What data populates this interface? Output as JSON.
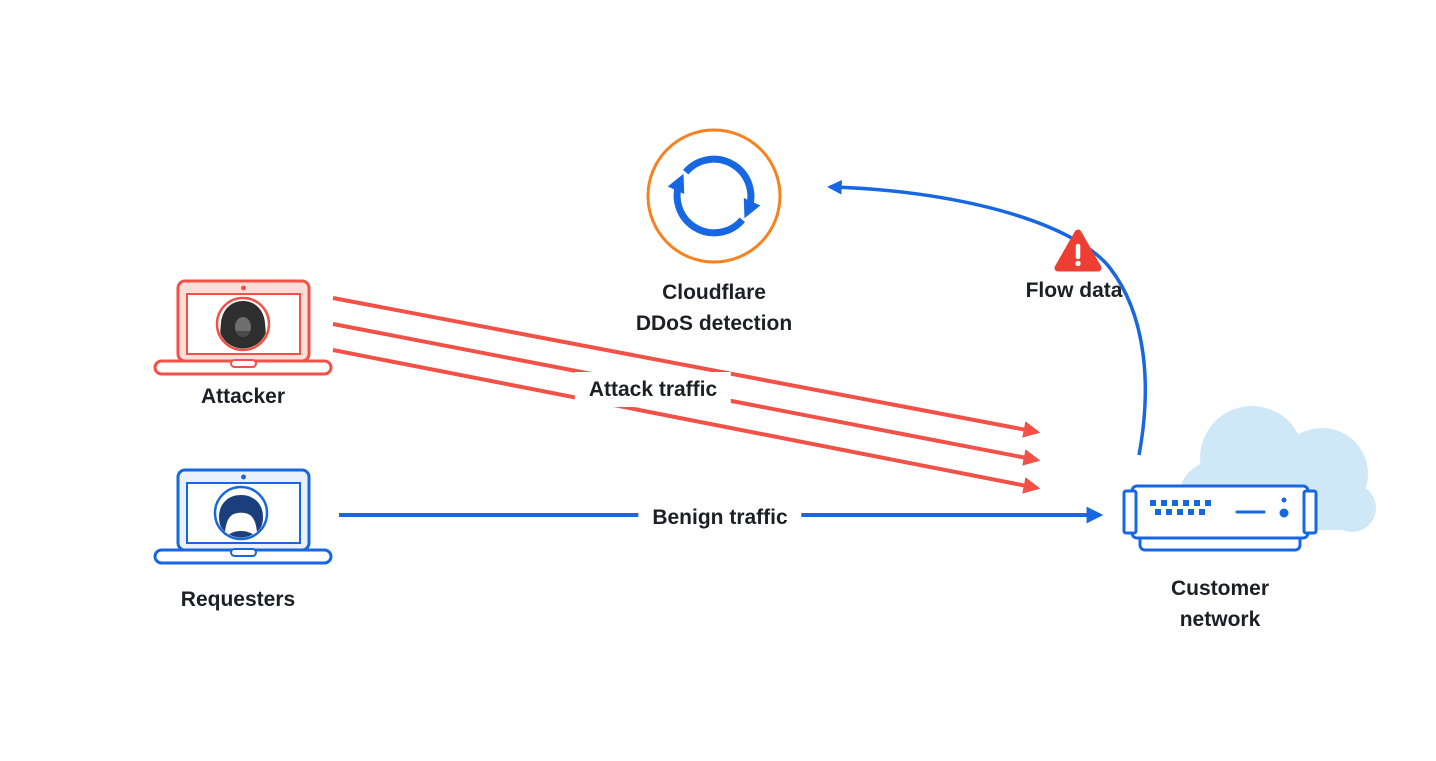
{
  "colors": {
    "bg": "#ffffff",
    "blue": "#1767e2",
    "red": "#f15146",
    "alert_red": "#ee3d32",
    "orange": "#f6821f",
    "cloud_blue": "#cfe8f7",
    "navy": "#1d3e7c",
    "dark": "#2e2e2e",
    "text": "#1d1f26",
    "attacker_screen": "#fbded8",
    "requester_screen": "#e9f2fc"
  },
  "nodes": {
    "attacker": {
      "label": "Attacker"
    },
    "requesters": {
      "label": "Requesters"
    },
    "cloudflare": {
      "label_line1": "Cloudflare",
      "label_line2": "DDoS detection"
    },
    "flow_data": {
      "label": "Flow data"
    },
    "customer_network": {
      "label_line1": "Customer",
      "label_line2": "network"
    }
  },
  "edges": {
    "attack": {
      "label": "Attack traffic",
      "color": "#f15146",
      "line_count": 3
    },
    "benign": {
      "label": "Benign traffic",
      "color": "#1767e2"
    },
    "flow": {
      "from": "customer_network",
      "to": "cloudflare",
      "color": "#1767e2"
    }
  }
}
